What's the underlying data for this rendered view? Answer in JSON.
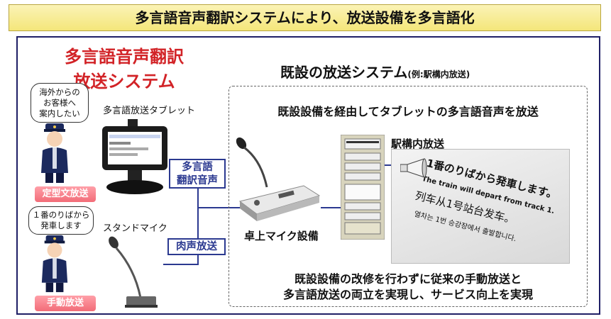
{
  "banner": "多言語音声翻訳システムにより、放送設備を多言語化",
  "left": {
    "title_line1": "多言語音声翻訳",
    "title_line2": "放送システム",
    "bubble1": [
      "海外からの",
      "お客様へ",
      "案内したい"
    ],
    "bubble2": [
      "１番のりばから",
      "発車します"
    ],
    "badge1": "定型文放送",
    "badge2": "手動放送",
    "tablet_label": "多言語放送タブレット",
    "mic_label": "スタンドマイク"
  },
  "connect": {
    "translation_line1": "多言語",
    "translation_line2": "翻訳音声",
    "live_voice": "肉声放送"
  },
  "right": {
    "title": "既設の放送システム",
    "title_note": "(例:駅構内放送)",
    "subtitle": "既設設備を経由してタブレットの多言語音声を放送",
    "station_broadcast": "駅構内放送",
    "desk_mic": "卓上マイク設備",
    "announce": {
      "ja": "1番のりばから発車します。",
      "en": "The train will depart from track 1.",
      "zh": "列车从1号站台发车。",
      "ko": "열차는 1번 승강장에서 출발합니다."
    },
    "conclusion_line1": "既設設備の改修を行わずに従来の手動放送と",
    "conclusion_line2": "多言語放送の両立を実現し、サービス向上を実現"
  },
  "colors": {
    "accent_red": "#d22327",
    "accent_blue": "#2b3990",
    "badge_pink": "#f26c78"
  }
}
